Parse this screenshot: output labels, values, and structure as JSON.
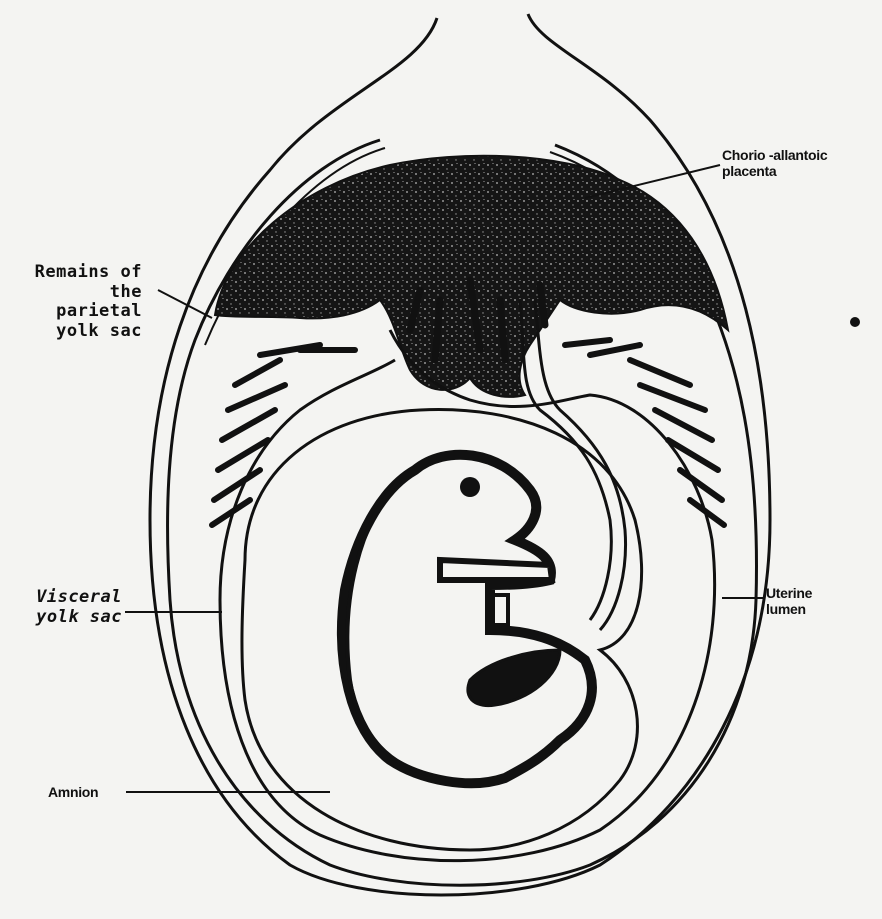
{
  "diagram": {
    "labels": {
      "parietal_yolk_sac": "Remains of\nthe parietal\nyolk sac",
      "visceral_yolk_sac": "Visceral\nyolk sac",
      "chorio_allantoic_placenta": "Chorio -allantoic\nplacenta",
      "uterine_lumen": "Uterine\nlumen",
      "amnion": "Amnion"
    }
  }
}
